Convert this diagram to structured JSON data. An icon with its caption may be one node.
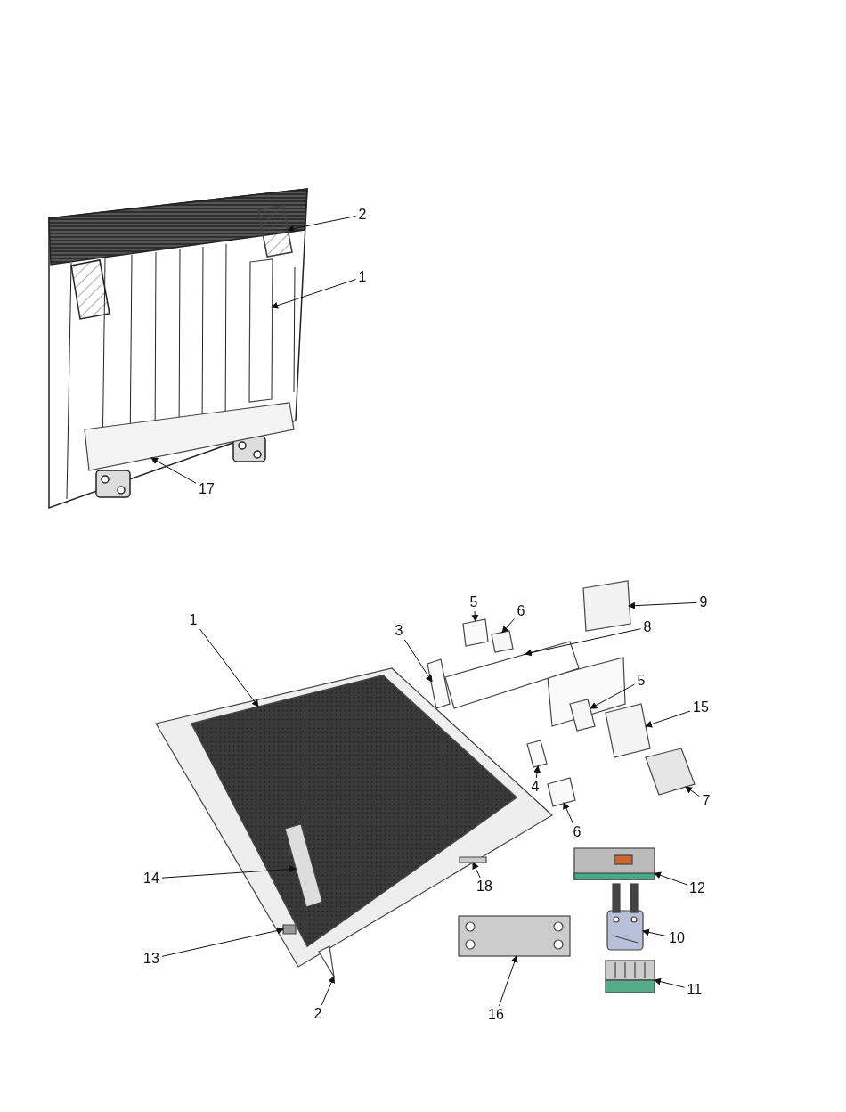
{
  "diagram": {
    "nodes": [
      {
        "text": [
          "2"
        ]
      },
      {
        "text": [
          "1"
        ]
      },
      {
        "text": [
          "17"
        ]
      },
      {
        "text": [
          "9"
        ]
      },
      {
        "text": [
          "5"
        ]
      },
      {
        "text": [
          "6"
        ]
      },
      {
        "text": [
          "1"
        ]
      },
      {
        "text": [
          "8"
        ]
      },
      {
        "text": [
          "3"
        ]
      },
      {
        "text": [
          "5"
        ]
      },
      {
        "text": [
          "15"
        ]
      },
      {
        "text": [
          "4"
        ]
      },
      {
        "text": [
          "7"
        ]
      },
      {
        "text": [
          "6"
        ]
      },
      {
        "text": [
          "14"
        ]
      },
      {
        "text": [
          "18"
        ]
      },
      {
        "text": [
          "12"
        ]
      },
      {
        "text": [
          "10"
        ]
      },
      {
        "text": [
          "13"
        ]
      },
      {
        "text": [
          "11"
        ]
      },
      {
        "text": [
          "2"
        ]
      },
      {
        "text": [
          "16"
        ]
      },
      {
        "text": [],
        "shape": "picture"
      },
      {
        "text": [],
        "shape": "box"
      },
      {
        "text": [],
        "shape": "box"
      },
      {
        "text": [],
        "shape": "box"
      },
      {
        "text": [],
        "shape": "box"
      },
      {
        "text": [],
        "shape": "box"
      },
      {
        "text": [],
        "shape": "picture"
      },
      {
        "text": [],
        "shape": "box"
      },
      {
        "text": [],
        "shape": "box"
      },
      {
        "text": [],
        "shape": "box"
      },
      {
        "text": [],
        "shape": "box"
      },
      {
        "text": [],
        "shape": "box"
      },
      {
        "text": [],
        "shape": "box"
      },
      {
        "text": [],
        "shape": "box"
      },
      {
        "text": [],
        "shape": "box",
        "in": 28
      },
      {
        "text": [],
        "shape": "box"
      },
      {
        "text": [],
        "shape": "picture"
      },
      {
        "text": [],
        "shape": "picture"
      },
      {
        "text": [],
        "shape": "box"
      },
      {
        "text": [],
        "shape": "picture"
      },
      {
        "text": [],
        "shape": "box"
      },
      {
        "text": [],
        "shape": "picture"
      }
    ],
    "edges": [
      {
        "from": 0,
        "to": 22,
        "arrow": "to"
      },
      {
        "from": 1,
        "to": 23,
        "arrow": "to"
      },
      {
        "from": 2,
        "to": 24,
        "arrow": "to"
      },
      {
        "from": 3,
        "to": 25,
        "arrow": "to"
      },
      {
        "from": 4,
        "to": 26,
        "arrow": "to"
      },
      {
        "from": 5,
        "to": 27,
        "arrow": "to"
      },
      {
        "from": 6,
        "to": 28,
        "arrow": "to"
      },
      {
        "from": 7,
        "to": 29,
        "arrow": "to"
      },
      {
        "from": 8,
        "to": 30,
        "arrow": "to"
      },
      {
        "from": 9,
        "to": 31,
        "arrow": "to"
      },
      {
        "from": 10,
        "to": 32,
        "arrow": "to"
      },
      {
        "from": 11,
        "to": 33,
        "arrow": "to"
      },
      {
        "from": 12,
        "to": 34,
        "arrow": "to"
      },
      {
        "from": 13,
        "to": 35,
        "arrow": "to"
      },
      {
        "from": 14,
        "to": 36,
        "arrow": "to"
      },
      {
        "from": 15,
        "to": 37,
        "arrow": "to"
      },
      {
        "from": 16,
        "to": 38,
        "arrow": "to"
      },
      {
        "from": 17,
        "to": 39,
        "arrow": "to"
      },
      {
        "from": 18,
        "to": 40,
        "arrow": "to"
      },
      {
        "from": 19,
        "to": 41,
        "arrow": "to"
      },
      {
        "from": 20,
        "to": 42,
        "arrow": "to"
      },
      {
        "from": 21,
        "to": 43,
        "arrow": "to"
      }
    ]
  }
}
